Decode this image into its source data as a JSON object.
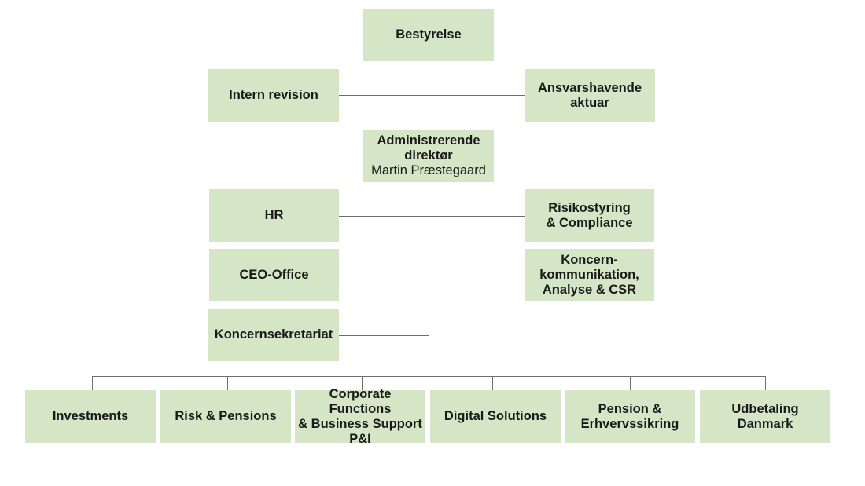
{
  "colors": {
    "box_fill": "#d5e6c6",
    "connector": "#6f6f6f",
    "text": "#1a1a1a"
  },
  "board": {
    "line1": "Bestyrelse"
  },
  "internal_audit": {
    "line1": "Intern revision"
  },
  "actuary": {
    "line1": "Ansvarshavende",
    "line2": "aktuar"
  },
  "ceo": {
    "line1": "Administrerende",
    "line2": "direktør",
    "name": "Martin Præstegaard"
  },
  "hr": {
    "line1": "HR"
  },
  "risk_compliance": {
    "line1": "Risikostyring",
    "line2": "& Compliance"
  },
  "ceo_office": {
    "line1": "CEO-Office"
  },
  "communication": {
    "line1": "Koncern-",
    "line2": "kommunikation,",
    "line3": "Analyse & CSR"
  },
  "secretariat": {
    "line1": "Koncernsekretariat"
  },
  "divisions": [
    {
      "line1": "Investments"
    },
    {
      "line1": "Risk & Pensions"
    },
    {
      "line1": "Corporate Functions",
      "line2": "& Business Support",
      "line3": "P&I"
    },
    {
      "line1": "Digital Solutions"
    },
    {
      "line1": "Pension &",
      "line2": "Erhvervssikring"
    },
    {
      "line1": "Udbetaling",
      "line2": "Danmark"
    }
  ]
}
